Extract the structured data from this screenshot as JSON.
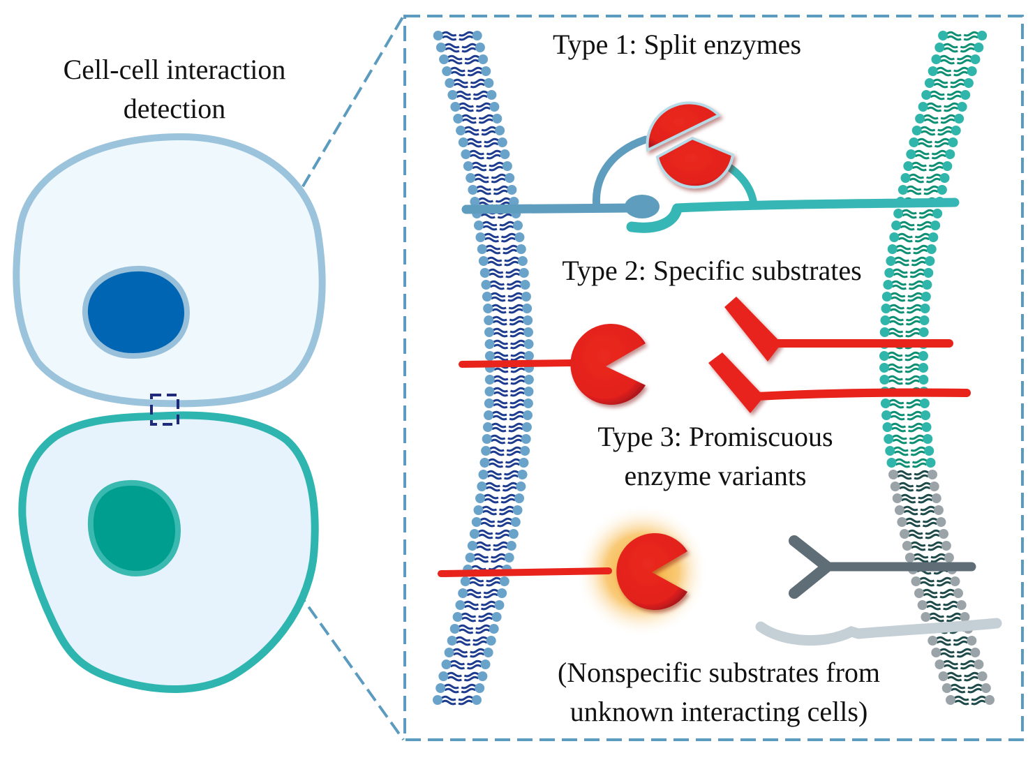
{
  "figure": {
    "left_panel": {
      "title_line1": "Cell-cell interaction",
      "title_line2": "detection",
      "cells": [
        {
          "name": "top-cell",
          "membrane_color": "#9cc3dc",
          "cytoplasm_color": "#eff8fd",
          "nucleus_color": "#0066b3",
          "nucleus_ring_color": "#98c0da"
        },
        {
          "name": "bottom-cell",
          "membrane_color": "#2fb5b0",
          "cytoplasm_color": "#e6f3fc",
          "nucleus_color": "#009e8f",
          "nucleus_ring_color": "#3ab9b1"
        }
      ],
      "zoom_box_color": "#1f2a7c",
      "connector_color": "#5b9bbf"
    },
    "right_panel": {
      "border_color": "#5b9bbf",
      "membranes": {
        "left": {
          "head_color": "#6aa3c9",
          "tail_color": "#1d3c8f"
        },
        "right_top": {
          "head_color": "#2fb5aa",
          "tail_color": "#0d8f74"
        },
        "right_bottom": {
          "head_color": "#9aa3a8",
          "tail_color": "#1f4a4a"
        }
      },
      "sections": [
        {
          "id": "type1",
          "label": "Type 1: Split enzymes"
        },
        {
          "id": "type2",
          "label": "Type 2: Specific substrates"
        },
        {
          "id": "type3",
          "label_line1": "Type 3: Promiscuous",
          "label_line2": "enzyme variants"
        },
        {
          "id": "nonspecific",
          "label_line1": "(Nonspecific substrates from",
          "label_line2": "unknown interacting cells)"
        }
      ],
      "colors": {
        "enzyme_red": "#e8231c",
        "enzyme_dark": "#a5121a",
        "split_enzyme_orange": "#e8341a",
        "receptor_blue": "#5f9dbf",
        "receptor_teal": "#36b7b5",
        "glow_orange": "#f5a623",
        "receptor_gray": "#5f6e76",
        "receptor_lightgray": "#c5d0d6"
      }
    }
  }
}
